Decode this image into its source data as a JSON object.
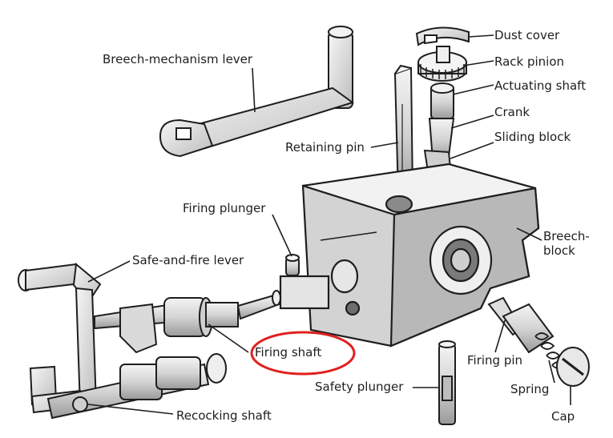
{
  "labels": {
    "dust_cover": "Dust cover",
    "rack_pinion": "Rack pinion",
    "actuating_shaft": "Actuating shaft",
    "crank": "Crank",
    "sliding_block": "Sliding block",
    "breech_mechanism_lever": "Breech-mechanism lever",
    "retaining_pin": "Retaining pin",
    "firing_plunger": "Firing plunger",
    "breech_block": "Breech-\nblock",
    "safe_and_fire_lever": "Safe-and-fire lever",
    "firing_shaft": "Firing shaft",
    "firing_pin": "Firing pin",
    "spring": "Spring",
    "cap": "Cap",
    "safety_plunger": "Safety plunger",
    "recocking_shaft": "Recocking shaft"
  },
  "colors": {
    "ink": "#1e1e1e",
    "metal_light": "#efefef",
    "metal_mid": "#cfcfcf",
    "metal_dark": "#8a8a8a",
    "highlight_ring": "#e02020"
  }
}
